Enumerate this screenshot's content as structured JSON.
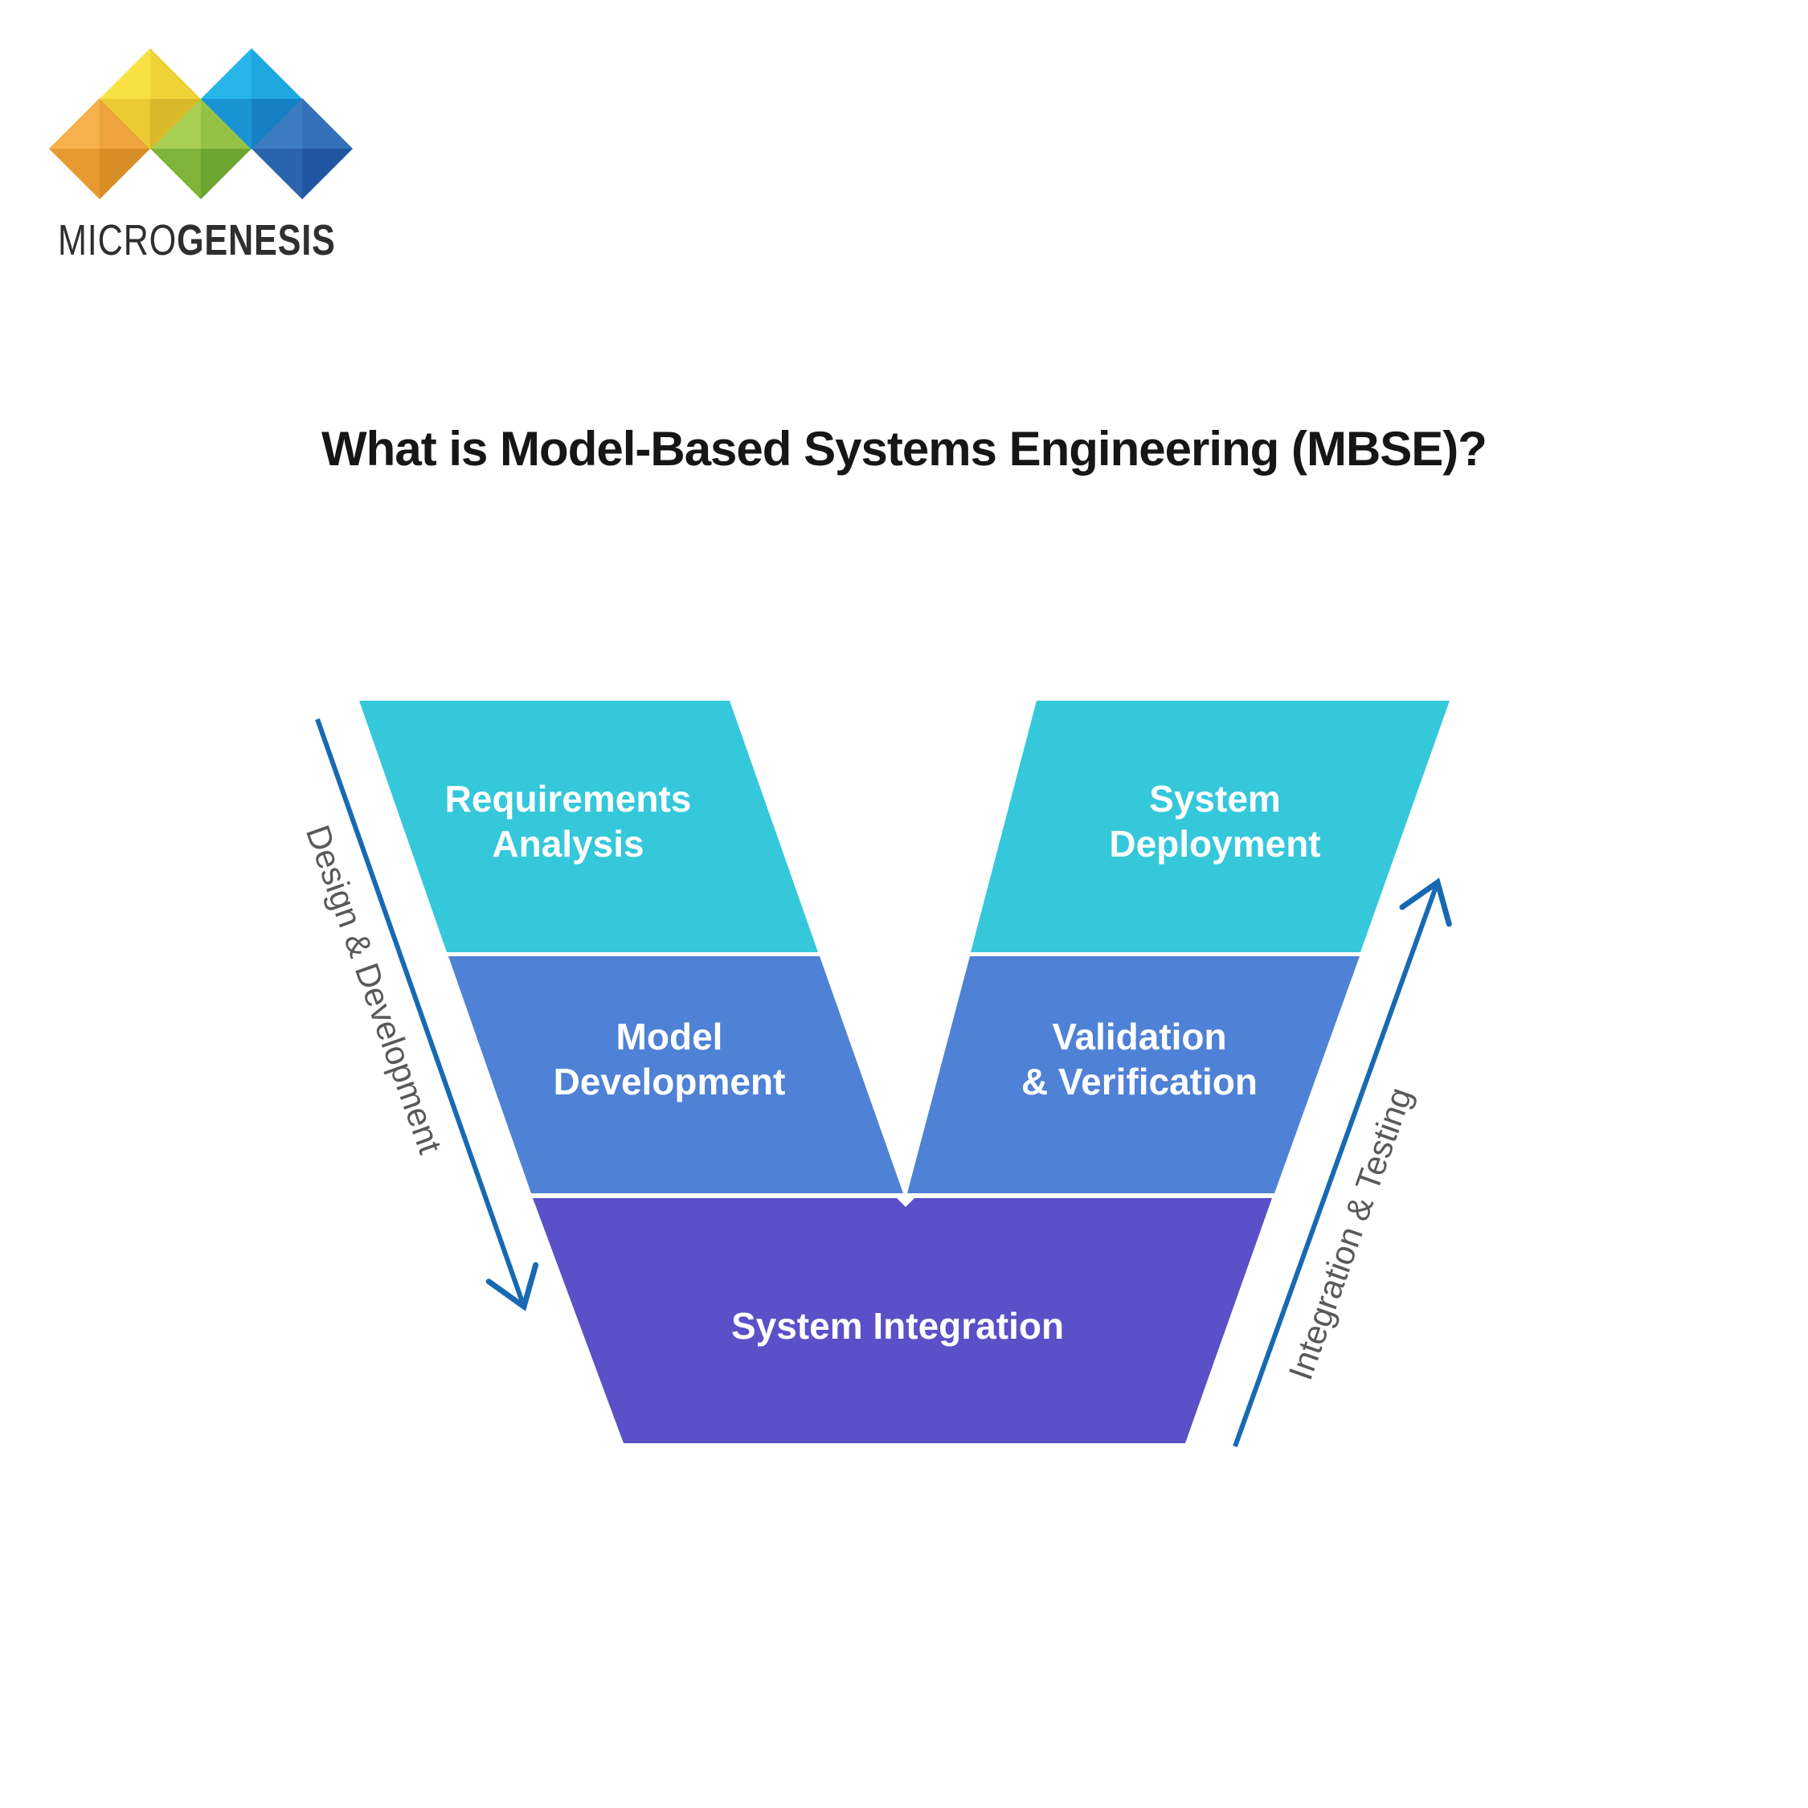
{
  "logo": {
    "wordmark": {
      "thin": "MICRO",
      "bold": "GENESIS"
    },
    "diamonds": [
      {
        "name": "orange",
        "facets": {
          "nw": "#F6B14C",
          "ne": "#EFA33E",
          "se": "#D88D26",
          "sw": "#E79A31"
        }
      },
      {
        "name": "green",
        "facets": {
          "nw": "#A8CF52",
          "ne": "#94C244",
          "se": "#6CA52F",
          "sw": "#7FB43A"
        }
      },
      {
        "name": "dark-blue",
        "facets": {
          "nw": "#3E7CC2",
          "ne": "#3370B7",
          "se": "#2057A0",
          "sw": "#2A65AC"
        }
      },
      {
        "name": "yellow",
        "facets": {
          "nw": "#F9E143",
          "ne": "#F0D437",
          "se": "#D9B92A",
          "sw": "#EACB33"
        }
      },
      {
        "name": "light-blue",
        "facets": {
          "nw": "#27B5EA",
          "ne": "#1FA7E1",
          "se": "#1581C4",
          "sw": "#1B94D3"
        }
      }
    ]
  },
  "title": "What is Model-Based Systems Engineering (MBSE)?",
  "title_color": "#161616",
  "diagram": {
    "type": "v-model",
    "left_axis_label": "Design & Development",
    "right_axis_label": "Integration & Testing",
    "axis_label_color": "#58595B",
    "arrow_color": "#176AB2",
    "blocks": [
      {
        "id": "requirements-analysis",
        "label_lines": [
          "Requirements",
          "Analysis"
        ],
        "color": "#34C8DA",
        "text_color": "#FFFFFF"
      },
      {
        "id": "system-deployment",
        "label_lines": [
          "System",
          "Deployment"
        ],
        "color": "#34C8DA",
        "text_color": "#FFFFFF"
      },
      {
        "id": "model-development",
        "label_lines": [
          "Model",
          "Development"
        ],
        "color": "#4F81D6",
        "text_color": "#FFFFFF"
      },
      {
        "id": "validation-verification",
        "label_lines": [
          "Validation",
          "& Verification"
        ],
        "color": "#4F81D6",
        "text_color": "#FFFFFF"
      },
      {
        "id": "system-integration",
        "label_lines": [
          "System Integration"
        ],
        "color": "#5A50C8",
        "text_color": "#FFFFFF"
      }
    ]
  }
}
